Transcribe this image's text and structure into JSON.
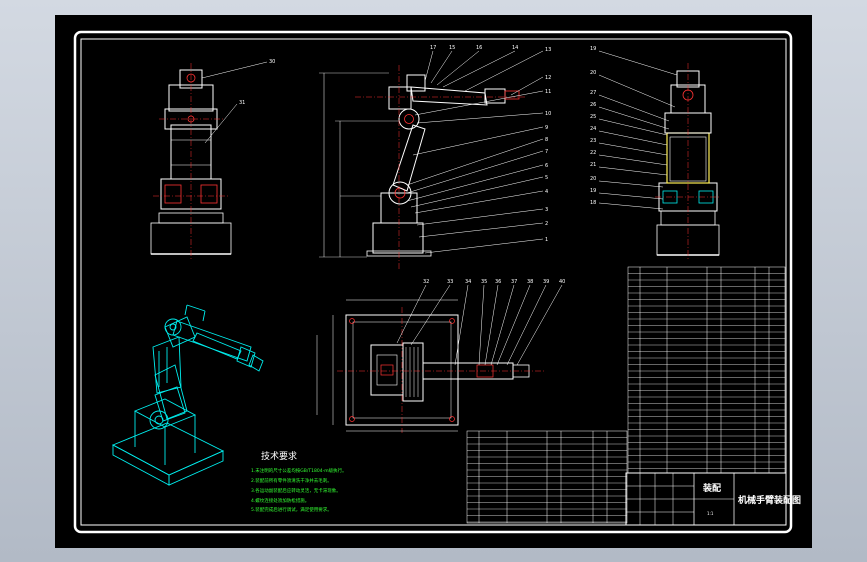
{
  "drawing": {
    "colors": {
      "background": "#000000",
      "frame": "#ffffff",
      "outline": "#ffffff",
      "detail": "#ff3333",
      "centerline": "#ff3333",
      "cover": "#ffee55",
      "dimension": "#ffffff",
      "iso_view": "#00eeee",
      "note_text": "#33ff33"
    },
    "side_view_callouts": [
      "17",
      "15",
      "16",
      "14",
      "13",
      "12",
      "11",
      "10",
      "9",
      "8",
      "7",
      "6",
      "5",
      "4",
      "3",
      "2",
      "1"
    ],
    "front_view_callouts": [
      "30",
      "31"
    ],
    "rear_view_callouts": [
      "19",
      "20",
      "27",
      "26",
      "25",
      "24",
      "23",
      "22",
      "21",
      "20",
      "19",
      "18"
    ],
    "top_view_callouts": [
      "32",
      "33",
      "34",
      "35",
      "36",
      "37",
      "38",
      "39",
      "40"
    ],
    "tech_requirements": {
      "title": "技术要求",
      "lines": [
        "1.未注明的尺寸公差均按GB/T1804-m级执行。",
        "2.装配前所有零件须清洗干净并去毛刺。",
        "3.各运动副装配后应转动灵活，无卡滞现象。",
        "4.螺纹连接处须加防松措施。",
        "5.装配完成后进行调试，满足使用要求。"
      ]
    },
    "title_block": {
      "drawing_name": "机械手臂装配图",
      "small_label": "装配",
      "quantity_label": "1:1"
    }
  }
}
